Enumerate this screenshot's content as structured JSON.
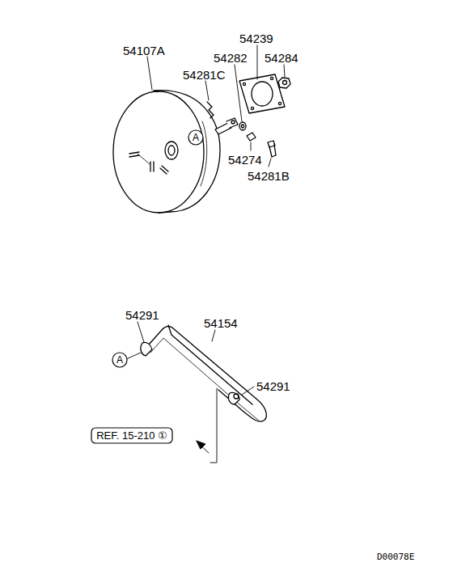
{
  "diagram": {
    "nodes": [
      {
        "text": [
          "A"
        ]
      },
      {
        "text": [
          "A"
        ]
      },
      {
        "text": [
          "REF. 15-210 ①"
        ]
      }
    ],
    "labels": [
      "54107A",
      "54239",
      "54282",
      "54284",
      "54281C",
      "54274",
      "54281B",
      "54291",
      "54154",
      "54291",
      "D00078E"
    ]
  }
}
